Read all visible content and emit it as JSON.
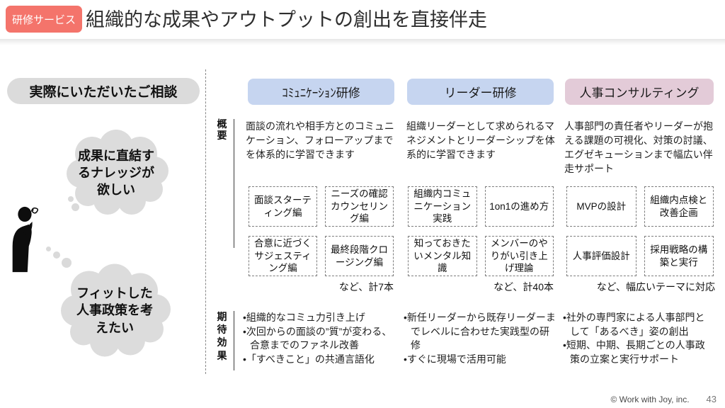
{
  "header": {
    "badge": "研修サービス",
    "badge_color": "#f4746b",
    "title": "組織的な成果やアウトプットの創出を直接伴走"
  },
  "consultation": {
    "heading": "実際にいただいたご相談",
    "bubble1": "成果に直結するナレッジが欲しい",
    "bubble2": "フィットした人事政策を考えたい",
    "bubble_color": "#dcdcdc",
    "person_icon": "thinking-person-silhouette"
  },
  "row_labels": {
    "overview": "概要",
    "effects": "期待効果"
  },
  "columns": [
    {
      "title": "ｺﾐｭﾆｹｰｼｮﾝ研修",
      "header_color": "#c6d5f0",
      "overview": "面談の流れや相手方とのコミュニケーション、フォローアップまでを体系的に学習できます",
      "boxes": [
        "面談スターティング編",
        "ニーズの確認カウンセリング編",
        "合意に近づくサジェスティング編",
        "最終段階クロージング編"
      ],
      "note": "など、計7本",
      "effects": [
        "組織的なコミュ力引き上げ",
        "次回からの面談の”質”が変わる、合意までのファネル改善",
        "「すべきこと」の共通言語化"
      ]
    },
    {
      "title": "リーダー研修",
      "header_color": "#c6d5f0",
      "overview": "組織リーダーとして求められるマネジメントとリーダーシップを体系的に学習できます",
      "boxes": [
        "組織内コミュニケーション実践",
        "1on1の進め方",
        "知っておきたいメンタル知識",
        "メンバーのやりがい引き上げ理論"
      ],
      "note": "など、計40本",
      "effects": [
        "新任リーダーから既存リーダーまでレベルに合わせた実践型の研修",
        "すぐに現場で活用可能"
      ]
    },
    {
      "title": "人事コンサルティング",
      "header_color": "#e3cbd8",
      "overview": "人事部門の責任者やリーダーが抱える課題の可視化、対策の討議、エグゼキューションまで幅広い伴走サポート",
      "boxes": [
        "MVPの設計",
        "組織内点検と改善企画",
        "人事評価設計",
        "採用戦略の構築と実行"
      ],
      "note": "など、幅広いテーマに対応",
      "effects": [
        "社外の専門家による人事部門として「あるべき」姿の創出",
        "短期、中期、長期ごとの人事政策の立案と実行サポート"
      ]
    }
  ],
  "footer": {
    "copyright": "© Work with Joy, inc.",
    "page_number": "43"
  }
}
